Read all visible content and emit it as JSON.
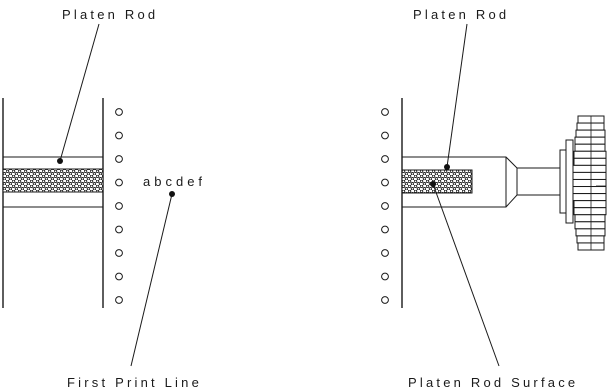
{
  "labels": {
    "platen_rod_left": "Platen Rod",
    "platen_rod_right": "Platen Rod",
    "sample_text": "abcdef",
    "first_print_line": "First Print Line",
    "platen_rod_surface": "Platen Rod Surface"
  }
}
